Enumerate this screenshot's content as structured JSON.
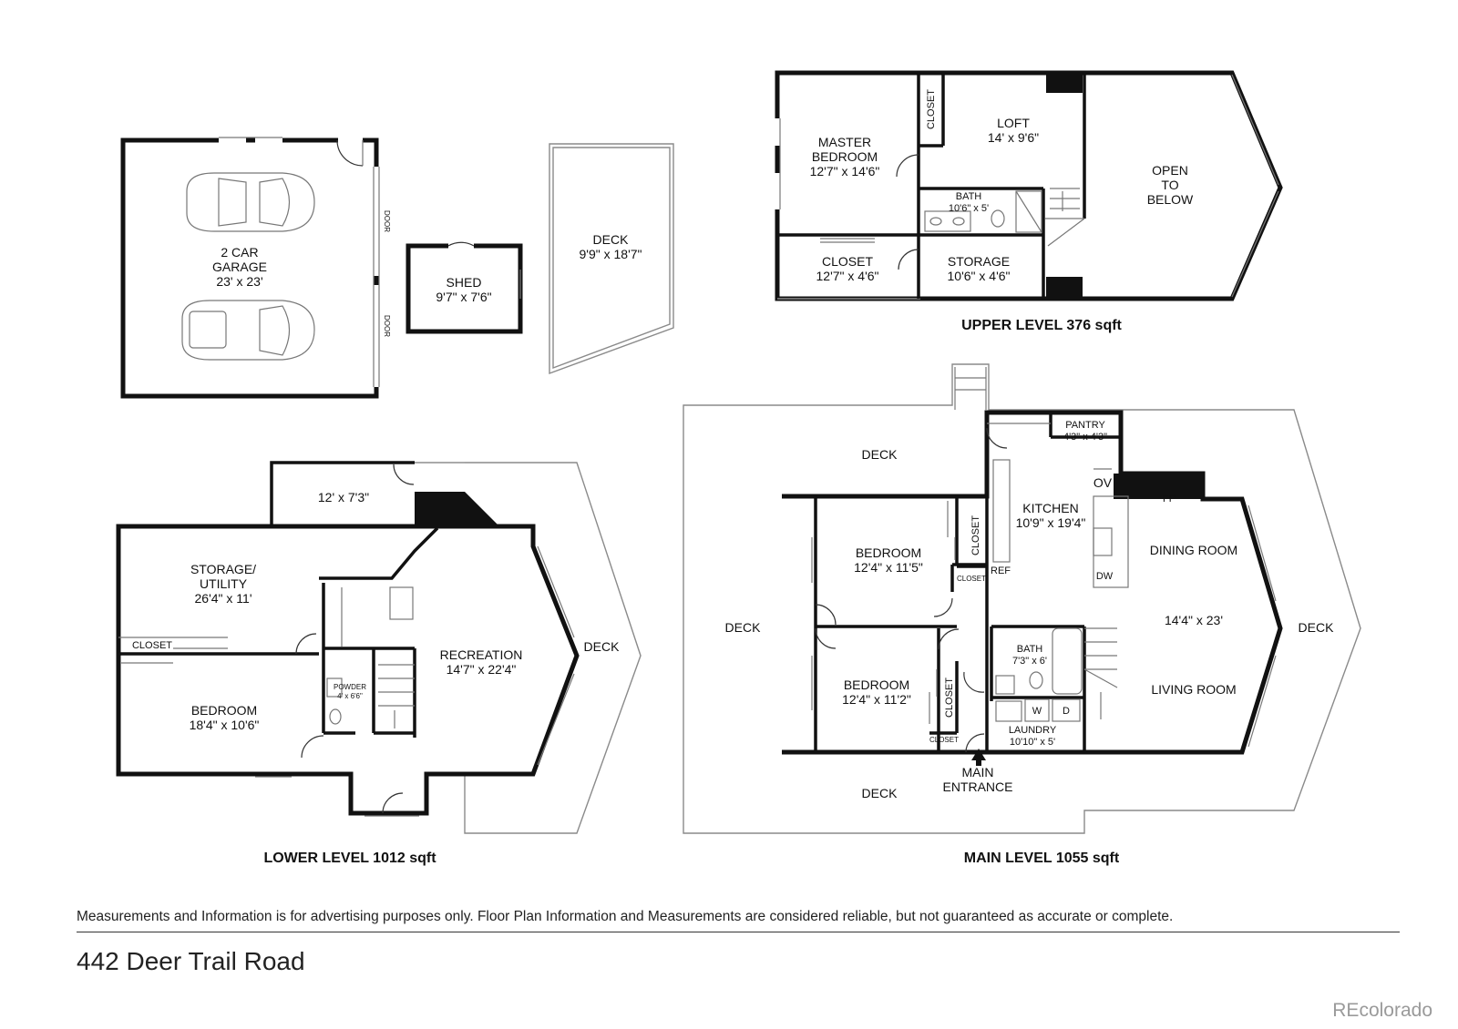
{
  "rooms": {
    "garage": {
      "name": "2 CAR",
      "name2": "GARAGE",
      "dims": "23' x 23'"
    },
    "shed": {
      "name": "SHED",
      "dims": "9'7\" x 7'6\""
    },
    "deck_top": {
      "name": "DECK",
      "dims": "9'9\" x 18'7\""
    },
    "upper": {
      "master": {
        "name": "MASTER",
        "name2": "BEDROOM",
        "dims": "12'7\" x 14'6\""
      },
      "closet_v": {
        "name": "CLOSET"
      },
      "loft": {
        "name": "LOFT",
        "dims": "14' x 9'6\""
      },
      "bath": {
        "name": "BATH",
        "dims": "10'6\" x 5'"
      },
      "open": {
        "l1": "OPEN",
        "l2": "TO",
        "l3": "BELOW"
      },
      "closet": {
        "name": "CLOSET",
        "dims": "12'7\" x 4'6\""
      },
      "storage": {
        "name": "STORAGE",
        "dims": "10'6\" x 4'6\""
      }
    },
    "lower": {
      "room_top": {
        "dims": "12' x 7'3\""
      },
      "storage": {
        "name": "STORAGE/",
        "name2": "UTILITY",
        "dims": "26'4\" x 11'"
      },
      "closet": {
        "name": "CLOSET"
      },
      "bedroom": {
        "name": "BEDROOM",
        "dims": "18'4\" x 10'6\""
      },
      "powder": {
        "name": "POWDER",
        "dims": "4' x 6'6\""
      },
      "recreation": {
        "name": "RECREATION",
        "dims": "14'7\" x 22'4\""
      },
      "deck": {
        "name": "DECK"
      }
    },
    "main": {
      "deck_n": {
        "name": "DECK"
      },
      "deck_w": {
        "name": "DECK"
      },
      "deck_e": {
        "name": "DECK"
      },
      "deck_s": {
        "name": "DECK"
      },
      "pantry": {
        "name": "PANTRY",
        "dims": "4'3\" x 4'3\""
      },
      "kitchen": {
        "name": "KITCHEN",
        "dims": "10'9\" x 19'4\""
      },
      "ov": "OV",
      "fp": "FP",
      "dw": "DW",
      "ref": "REF",
      "dining": {
        "name": "DINING ROOM"
      },
      "living_dims": "14'4\" x 23'",
      "living": {
        "name": "LIVING ROOM"
      },
      "bed1": {
        "name": "BEDROOM",
        "dims": "12'4\" x 11'5\""
      },
      "bed2": {
        "name": "BEDROOM",
        "dims": "12'4\" x 11'2\""
      },
      "closet1": {
        "name": "CLOSET"
      },
      "closet1s": {
        "name": "CLOSET"
      },
      "closet2": {
        "name": "CLOSET"
      },
      "closet2s": {
        "name": "CLOSET"
      },
      "bath": {
        "name": "BATH",
        "dims": "7'3\" x 6'"
      },
      "w": "W",
      "d": "D",
      "laundry": {
        "name": "LAUNDRY",
        "dims": "10'10\" x 5'"
      },
      "entrance": {
        "name": "MAIN",
        "name2": "ENTRANCE"
      }
    },
    "door_tag": "DOOR"
  },
  "levels": {
    "upper": "UPPER LEVEL 376 sqft",
    "lower": "LOWER LEVEL 1012 sqft",
    "main": "MAIN LEVEL 1055 sqft"
  },
  "footer": {
    "disclaimer": "Measurements and Information is for advertising purposes only. Floor Plan Information and Measurements are considered reliable, but not guaranteed as accurate or complete.",
    "address": "442 Deer Trail Road",
    "brand": "REcolorado"
  }
}
